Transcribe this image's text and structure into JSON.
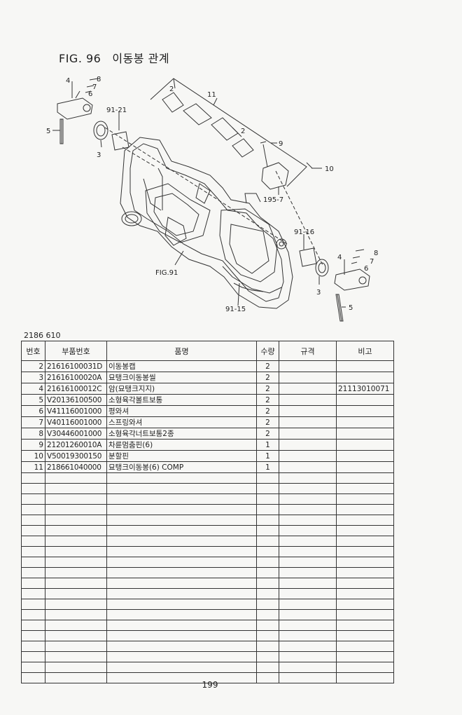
{
  "figure": {
    "number": "FIG. 96",
    "name": "이동봉 관계"
  },
  "callouts": {
    "c11": "11",
    "c2a": "2",
    "c2b": "2",
    "c9121": "91-21",
    "c4a": "4",
    "c8a": "8",
    "c7a": "7",
    "c6a": "6",
    "c5a": "5",
    "c3a": "3",
    "c9": "9",
    "c10": "10",
    "c1957": "195-7",
    "c9116": "91-16",
    "cfig91": "FIG.91",
    "c9115": "91-15",
    "c4b": "4",
    "c8b": "8",
    "c7b": "7",
    "c6b": "6",
    "c3b": "3",
    "c5b": "5"
  },
  "doc_code": "2186 610",
  "table": {
    "headers": {
      "no": "번호",
      "part_no": "부품번호",
      "name": "품명",
      "qty": "수량",
      "spec": "규격",
      "remark": "비고"
    },
    "rows": [
      {
        "no": "2",
        "part_no": "21616100031D",
        "name": "이동봉캡",
        "qty": "2",
        "spec": "",
        "remark": ""
      },
      {
        "no": "3",
        "part_no": "21616100020A",
        "name": "묘탱크이동봉씰",
        "qty": "2",
        "spec": "",
        "remark": ""
      },
      {
        "no": "4",
        "part_no": "21616100012C",
        "name": "암(묘탱크지지)",
        "qty": "2",
        "spec": "",
        "remark": "21113010071"
      },
      {
        "no": "5",
        "part_no": "V20136100500",
        "name": "소형육각볼트보통",
        "qty": "2",
        "spec": "",
        "remark": ""
      },
      {
        "no": "6",
        "part_no": "V41116001000",
        "name": "평와셔",
        "qty": "2",
        "spec": "",
        "remark": ""
      },
      {
        "no": "7",
        "part_no": "V40116001000",
        "name": "스프링와셔",
        "qty": "2",
        "spec": "",
        "remark": ""
      },
      {
        "no": "8",
        "part_no": "V30446001000",
        "name": "소형육각너트보통2종",
        "qty": "2",
        "spec": "",
        "remark": ""
      },
      {
        "no": "9",
        "part_no": "21201260010A",
        "name": "차륜멈춤핀(6)",
        "qty": "1",
        "spec": "",
        "remark": ""
      },
      {
        "no": "10",
        "part_no": "V50019300150",
        "name": "분할핀",
        "qty": "1",
        "spec": "",
        "remark": ""
      },
      {
        "no": "11",
        "part_no": "218661040000",
        "name": "묘탱크이동봉(6) COMP",
        "qty": "1",
        "spec": "",
        "remark": ""
      }
    ],
    "empty_rows": 20
  },
  "page_number": "199"
}
